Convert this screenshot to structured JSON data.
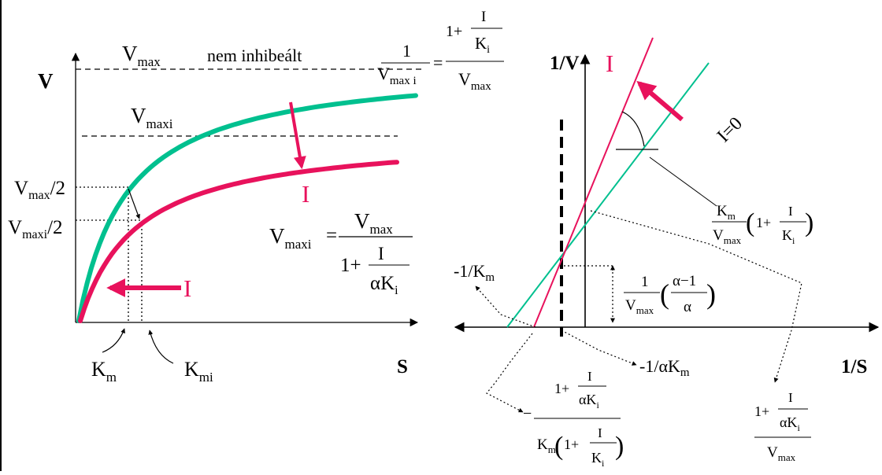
{
  "colors": {
    "uninhibited": "#00c08f",
    "inhibited": "#e8125c",
    "axis": "#000000"
  },
  "left_plot": {
    "y_axis": "V",
    "x_axis": "S",
    "vmax": "V",
    "vmax_sub": "max",
    "uninhibited_label": "nem inhibeált",
    "vmaxi": "V",
    "vmaxi_sub": "maxi",
    "half_vmax_a": "V",
    "half_vmax_sub": "max",
    "half_vmax_b": "/2",
    "half_vmaxi_a": "V",
    "half_vmaxi_sub": "maxi",
    "half_vmaxi_b": "/2",
    "km": "K",
    "km_sub": "m",
    "kmi": "K",
    "kmi_sub": "mi",
    "inhibitor_label": "I",
    "inhibitor_label_left": "I",
    "eq_vmaxi_lhs": "V",
    "eq_vmaxi_lhs_sub": "maxi",
    "eq_equals": "=",
    "eq_num": "V",
    "eq_num_sub": "max",
    "eq_den_one_plus": "1+",
    "eq_den_inner_num": "I",
    "eq_den_inner_den": "αK",
    "eq_den_inner_den_sub": "i"
  },
  "top_formula": {
    "one": "1",
    "den": "V",
    "den_sub": "max i",
    "equals": "=",
    "rhs_one_plus": "1+",
    "rhs_i": "I",
    "rhs_k": "K",
    "rhs_k_sub": "i",
    "rhs_den": "V",
    "rhs_den_sub": "max"
  },
  "right_plot": {
    "y_axis": "1/V",
    "x_axis": "1/S",
    "inhibitor_label": "I",
    "zero_label": "I=0",
    "slope_km": "K",
    "slope_km_sub": "m",
    "slope_vmax": "V",
    "slope_vmax_sub": "max",
    "slope_paren_one_plus": "1+",
    "slope_i": "I",
    "slope_k": "K",
    "slope_k_sub": "i",
    "neg_inv_km": "-1/K",
    "neg_inv_km_sub": "m",
    "neg_inv_akm": "-1/αK",
    "neg_inv_akm_sub": "m",
    "cross_one": "1",
    "cross_v": "V",
    "cross_v_sub": "max",
    "cross_num": "α−1",
    "cross_den": "α",
    "xint_minus": "−",
    "xint_one_plus": "1+",
    "xint_i": "I",
    "xint_ak": "αK",
    "xint_ak_sub": "i",
    "xint_km": "K",
    "xint_km_sub": "m",
    "xint_paren_one_plus": "1+",
    "xint_i2": "I",
    "xint_k": "K",
    "xint_k_sub": "i",
    "yint_one_plus": "1+",
    "yint_i": "I",
    "yint_ak": "αK",
    "yint_ak_sub": "i",
    "yint_v": "V",
    "yint_v_sub": "max"
  }
}
